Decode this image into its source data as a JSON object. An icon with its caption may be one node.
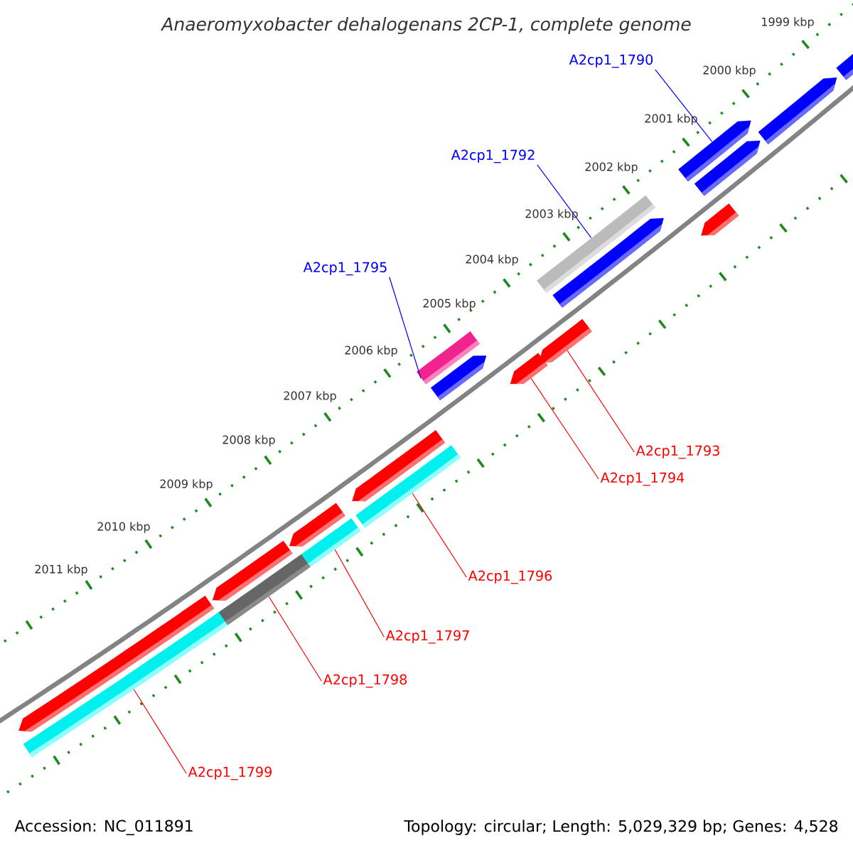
{
  "diagram": {
    "title": "Anaeromyxobacter dehalogenans 2CP-1, complete genome",
    "nodes": [
      {
        "text": [
          "A2cp1_1790"
        ]
      },
      {
        "text": [
          "A2cp1_1792"
        ]
      },
      {
        "text": [
          "A2cp1_1795"
        ]
      },
      {
        "text": [
          "A2cp1_1793"
        ]
      },
      {
        "text": [
          "A2cp1_1794"
        ]
      },
      {
        "text": [
          "A2cp1_1796"
        ]
      },
      {
        "text": [
          "A2cp1_1797"
        ]
      },
      {
        "text": [
          "A2cp1_1798"
        ]
      },
      {
        "text": [
          "A2cp1_1799"
        ]
      },
      {
        "text": [],
        "shape": "pentagon"
      },
      {
        "text": [],
        "shape": "bar"
      },
      {
        "text": [],
        "shape": "bar"
      },
      {
        "text": [],
        "shape": "pentagon"
      },
      {
        "text": [],
        "shape": "pentagon"
      },
      {
        "text": [],
        "shape": "bar"
      },
      {
        "text": [],
        "shape": "bar"
      },
      {
        "text": [],
        "shape": "pentagon"
      },
      {
        "text": [],
        "shape": "bar"
      },
      {
        "text": [],
        "shape": "pentagon"
      },
      {
        "text": [],
        "shape": "pentagon"
      },
      {
        "text": [],
        "shape": "pentagon"
      },
      {
        "text": [],
        "shape": "bar"
      },
      {
        "text": [],
        "shape": "pentagon"
      },
      {
        "text": [],
        "shape": "pentagon"
      },
      {
        "text": [],
        "shape": "pentagon"
      },
      {
        "text": [],
        "shape": "pentagon"
      },
      {
        "text": [],
        "shape": "pentagon"
      },
      {
        "text": [],
        "shape": "pentagon"
      }
    ],
    "edges": [
      {
        "from": 0,
        "to": 24,
        "arrow": "none",
        "color": "#0000ff"
      },
      {
        "from": 1,
        "to": 21,
        "arrow": "none",
        "color": "#0000ff"
      },
      {
        "from": 2,
        "to": 17,
        "arrow": "none",
        "color": "#0000ff"
      },
      {
        "from": 3,
        "to": 20,
        "arrow": "none"
      },
      {
        "from": 4,
        "to": 19,
        "arrow": "none"
      },
      {
        "from": 5,
        "to": 15,
        "arrow": "none"
      },
      {
        "from": 6,
        "to": 14,
        "arrow": "none"
      },
      {
        "from": 7,
        "to": 11,
        "arrow": "none"
      },
      {
        "from": 8,
        "to": 10,
        "arrow": "none"
      }
    ],
    "labels": [
      "1999 kbp",
      "2000 kbp",
      "2001 kbp",
      "2002 kbp",
      "2003 kbp",
      "2004 kbp",
      "2005 kbp",
      "2006 kbp",
      "2007 kbp",
      "2008 kbp",
      "2009 kbp",
      "2010 kbp",
      "2011 kbp",
      "Accession: NC_011891",
      "Topology: circular; Length: 5,029,329 bp; Genes: 4,528"
    ]
  }
}
